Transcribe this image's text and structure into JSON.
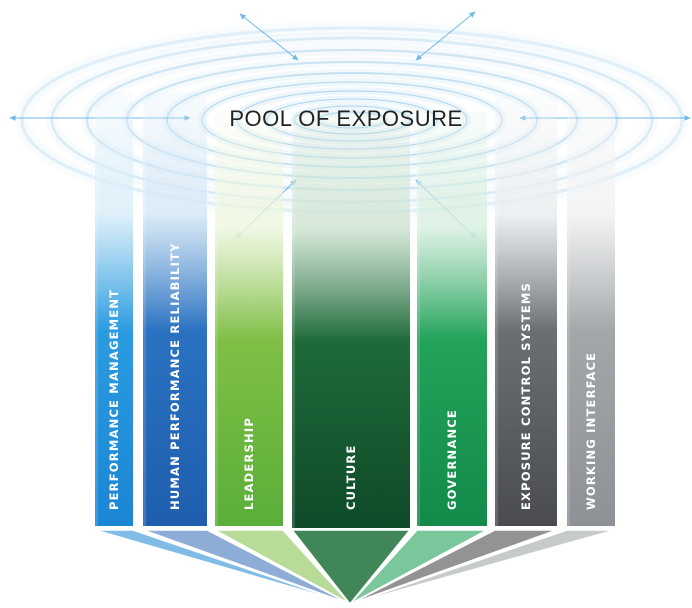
{
  "title": "POOL OF EXPOSURE",
  "pillars": [
    {
      "label": "PERFORMANCE MANAGEMENT",
      "color_top": "#d9eef9",
      "color_mid": "#2b9be0",
      "color_bottom": "#1b86d4"
    },
    {
      "label": "HUMAN PERFORMANCE RELIABILITY",
      "color_top": "#d6e8f6",
      "color_mid": "#2a72c1",
      "color_bottom": "#1f5eae"
    },
    {
      "label": "LEADERSHIP",
      "color_top": "#eef6df",
      "color_mid": "#7fbf45",
      "color_bottom": "#5aae3a"
    },
    {
      "label": "CULTURE",
      "color_top": "#cfe4d2",
      "color_mid": "#1f6a3a",
      "color_bottom": "#0f4a28"
    },
    {
      "label": "GOVERNANCE",
      "color_top": "#d8efe0",
      "color_mid": "#22a35a",
      "color_bottom": "#138a4a"
    },
    {
      "label": "EXPOSURE CONTROL SYSTEMS",
      "color_top": "#eaeef0",
      "color_mid": "#6b6f73",
      "color_bottom": "#4a4c4f"
    },
    {
      "label": "WORKING INTERFACE",
      "color_top": "#f0f2f3",
      "color_mid": "#a3a7aa",
      "color_bottom": "#8e9195"
    }
  ],
  "colors": {
    "ripple": "#6fb5e0",
    "ripple_light": "#cfe7f5",
    "arrow": "#5aaee0",
    "title": "#222222"
  }
}
